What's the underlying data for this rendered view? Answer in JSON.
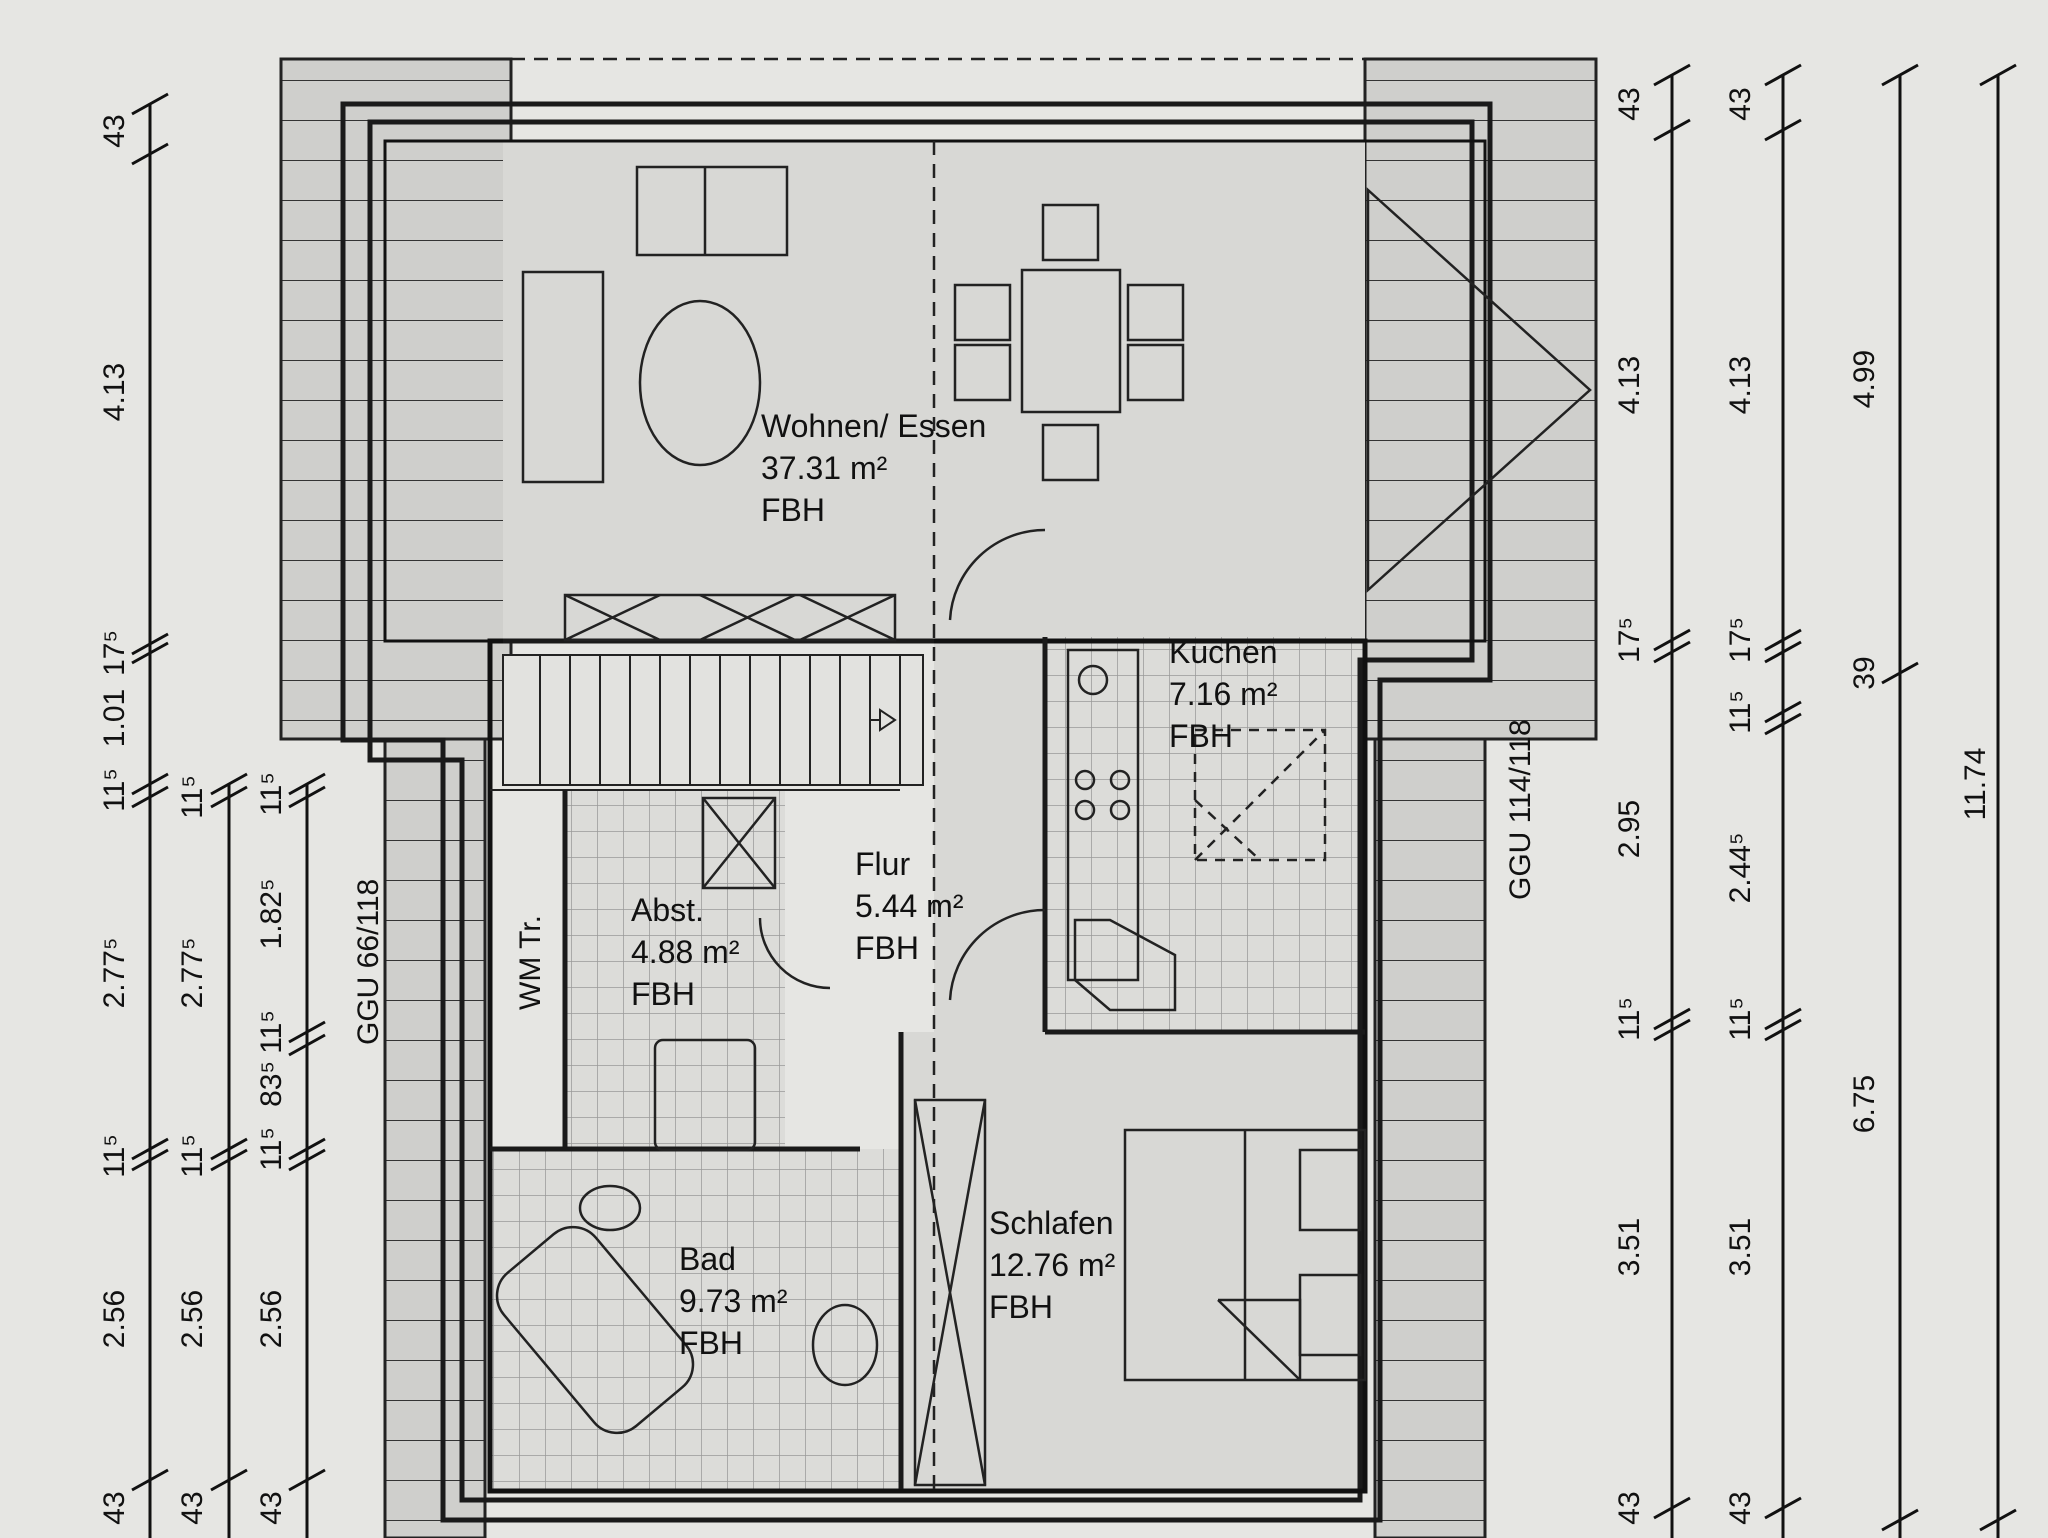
{
  "rooms": [
    {
      "name": "Wohnen/ Essen",
      "area": "37.31 m²",
      "heating": "FBH"
    },
    {
      "name": "Küchen",
      "area": "7.16 m²",
      "heating": "FBH"
    },
    {
      "name": "Flur",
      "area": "5.44 m²",
      "heating": "FBH"
    },
    {
      "name": "Abst.",
      "area": "4.88 m²",
      "heating": "FBH"
    },
    {
      "name": "Bad",
      "area": "9.73 m²",
      "heating": "FBH"
    },
    {
      "name": "Schlafen",
      "area": "12.76 m²",
      "heating": "FBH"
    }
  ],
  "annotations": {
    "window_left": "GGU 66/118",
    "window_right": "GGU 114/118",
    "laundry": "WM Tr."
  },
  "dimensions": {
    "left_1": [
      "43",
      "4.13",
      "17⁵",
      "1.01",
      "11⁵",
      "2.77⁵",
      "11⁵",
      "2.56",
      "43"
    ],
    "left_2": [
      "11⁵",
      "2.77⁵",
      "11⁵",
      "2.56",
      "43"
    ],
    "left_3": [
      "11⁵",
      "1.82⁵",
      "11⁵",
      "83⁵",
      "11⁵",
      "2.56",
      "43"
    ],
    "right_1": [
      "43",
      "4.13",
      "17⁵",
      "2.95",
      "11⁵",
      "3.51",
      "43"
    ],
    "right_2": [
      "43",
      "4.13",
      "17⁵",
      "11⁵",
      "2.44⁵",
      "11⁵",
      "3.51",
      "43"
    ],
    "right_3": [
      "4.99",
      "39",
      "6.75"
    ],
    "right_4": [
      "11.74"
    ]
  }
}
